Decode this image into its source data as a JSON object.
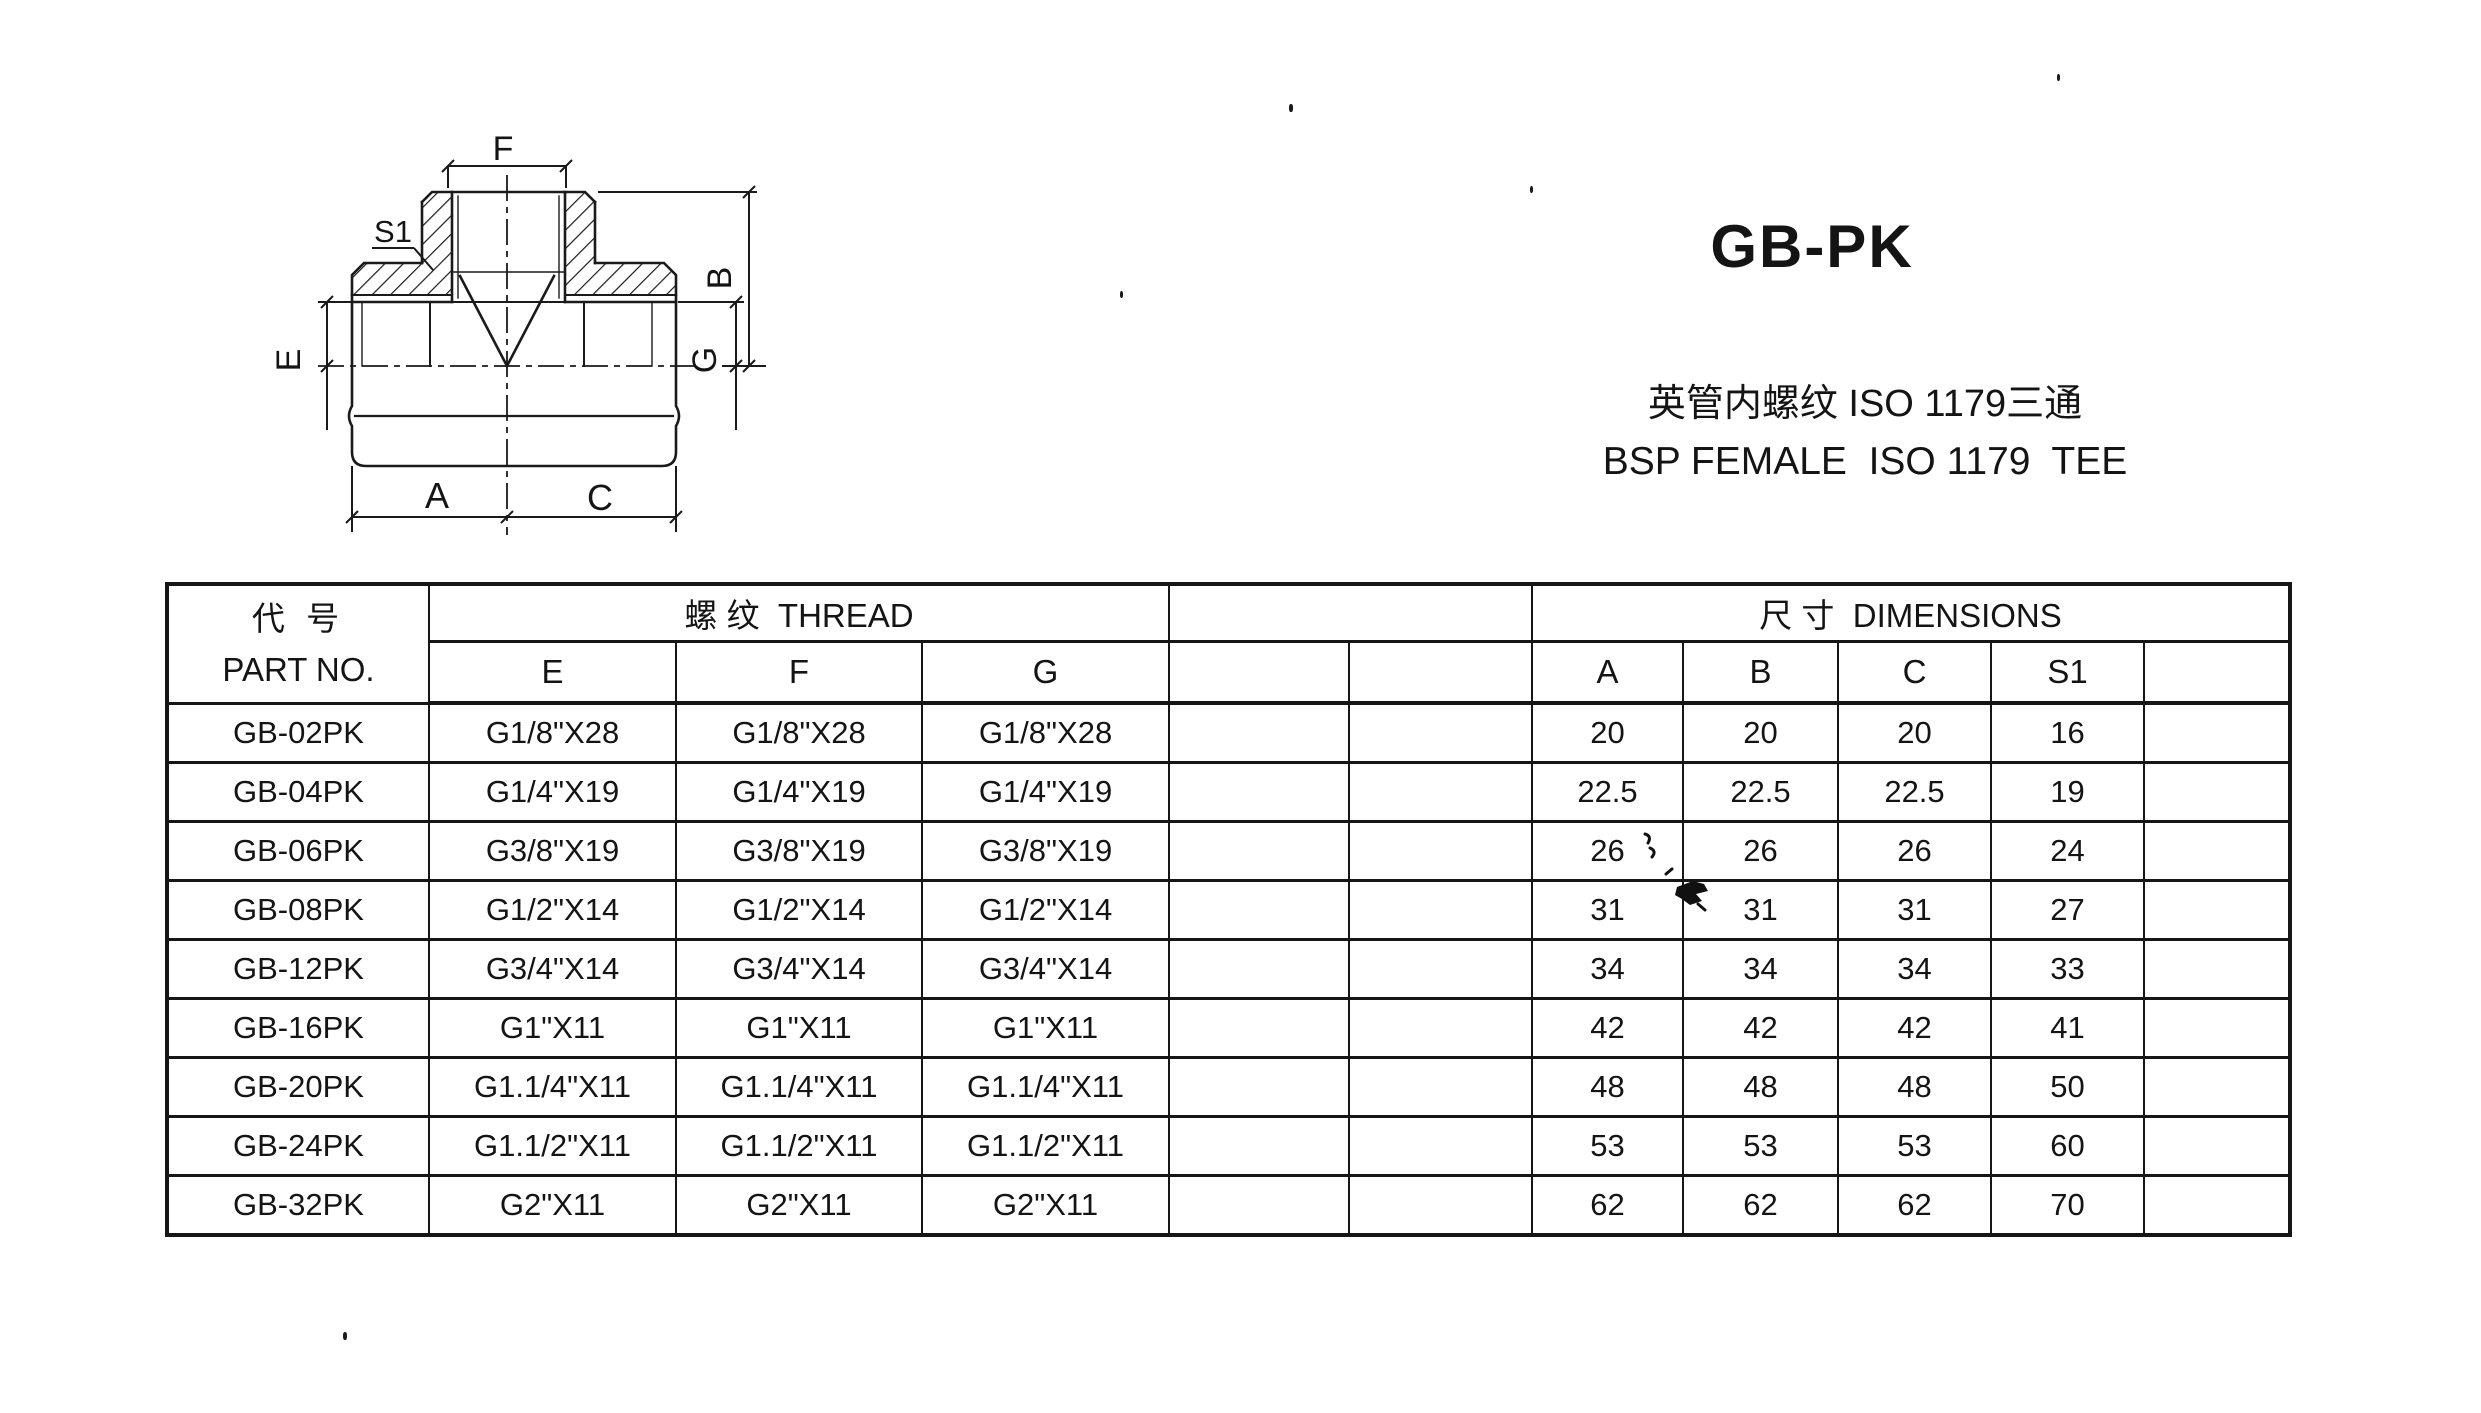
{
  "page": {
    "title": "GB-PK",
    "subtitle_cn": "英管内螺纹 ISO 1179三通",
    "subtitle_en": "BSP FEMALE  ISO 1179  TEE"
  },
  "drawing": {
    "labels": {
      "f": "F",
      "s1": "S1",
      "b": "B",
      "g": "G",
      "e": "E",
      "a": "A",
      "c": "C"
    }
  },
  "table": {
    "header": {
      "part_cn": "代 号",
      "part_en": "PART NO.",
      "thread_group": "螺 纹  THREAD",
      "dim_group": "尺 寸  DIMENSIONS",
      "col_e": "E",
      "col_f": "F",
      "col_g": "G",
      "col_a": "A",
      "col_b": "B",
      "col_c": "C",
      "col_s1": "S1"
    },
    "rows": [
      {
        "part": "GB-02PK",
        "e": "G1/8\"X28",
        "f": "G1/8\"X28",
        "g": "G1/8\"X28",
        "a": "20",
        "b": "20",
        "c": "20",
        "s1": "16"
      },
      {
        "part": "GB-04PK",
        "e": "G1/4\"X19",
        "f": "G1/4\"X19",
        "g": "G1/4\"X19",
        "a": "22.5",
        "b": "22.5",
        "c": "22.5",
        "s1": "19"
      },
      {
        "part": "GB-06PK",
        "e": "G3/8\"X19",
        "f": "G3/8\"X19",
        "g": "G3/8\"X19",
        "a": "26",
        "b": "26",
        "c": "26",
        "s1": "24"
      },
      {
        "part": "GB-08PK",
        "e": "G1/2\"X14",
        "f": "G1/2\"X14",
        "g": "G1/2\"X14",
        "a": "31",
        "b": "31",
        "c": "31",
        "s1": "27"
      },
      {
        "part": "GB-12PK",
        "e": "G3/4\"X14",
        "f": "G3/4\"X14",
        "g": "G3/4\"X14",
        "a": "34",
        "b": "34",
        "c": "34",
        "s1": "33"
      },
      {
        "part": "GB-16PK",
        "e": "G1\"X11",
        "f": "G1\"X11",
        "g": "G1\"X11",
        "a": "42",
        "b": "42",
        "c": "42",
        "s1": "41"
      },
      {
        "part": "GB-20PK",
        "e": "G1.1/4\"X11",
        "f": "G1.1/4\"X11",
        "g": "G1.1/4\"X11",
        "a": "48",
        "b": "48",
        "c": "48",
        "s1": "50"
      },
      {
        "part": "GB-24PK",
        "e": "G1.1/2\"X11",
        "f": "G1.1/2\"X11",
        "g": "G1.1/2\"X11",
        "a": "53",
        "b": "53",
        "c": "53",
        "s1": "60"
      },
      {
        "part": "GB-32PK",
        "e": "G2\"X11",
        "f": "G2\"X11",
        "g": "G2\"X11",
        "a": "62",
        "b": "62",
        "c": "62",
        "s1": "70"
      }
    ]
  }
}
